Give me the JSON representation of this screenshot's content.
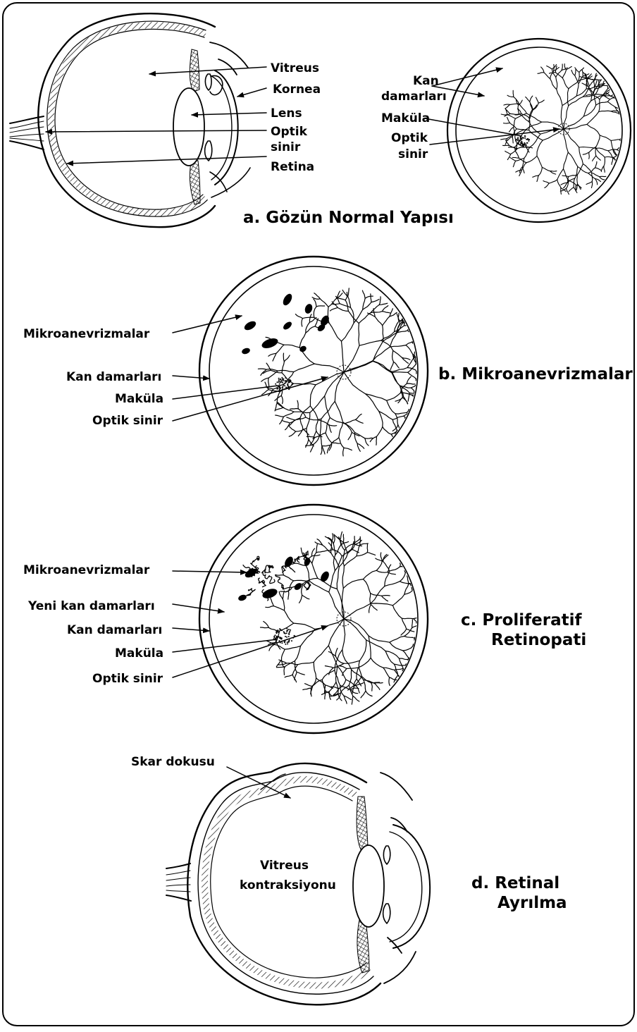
{
  "panel_a": {
    "caption": "a. Gözün Normal Yapısı",
    "labels": {
      "vitreus": "Vitreus",
      "kornea": "Kornea",
      "lens": "Lens",
      "optik": "Optik",
      "sinir": "sinir",
      "retina": "Retina",
      "kan": "Kan",
      "damarlari": "damarları",
      "makula": "Maküla",
      "optik2": "Optik",
      "sinir2": "sinir"
    }
  },
  "panel_b": {
    "caption": "b. Mikroanevrizmalar",
    "labels": {
      "mikroanevrizmalar": "Mikroanevrizmalar",
      "kan_damarlari": "Kan damarları",
      "makula": "Maküla",
      "optik_sinir": "Optik sinir"
    }
  },
  "panel_c": {
    "caption_line1": "c.  Proliferatif",
    "caption_line2": "Retinopati",
    "labels": {
      "mikroanevrizmalar": "Mikroanevrizmalar",
      "yeni_kan_damarlari": "Yeni kan damarları",
      "kan_damarlari": "Kan damarları",
      "makula": "Maküla",
      "optik_sinir": "Optik sinir"
    }
  },
  "panel_d": {
    "caption_line1": "d.  Retinal",
    "caption_line2": "Ayrılma",
    "labels": {
      "skar_dokusu": "Skar dokusu",
      "vitreus": "Vitreus",
      "kontraksiyonu": "kontraksiyonu"
    }
  }
}
